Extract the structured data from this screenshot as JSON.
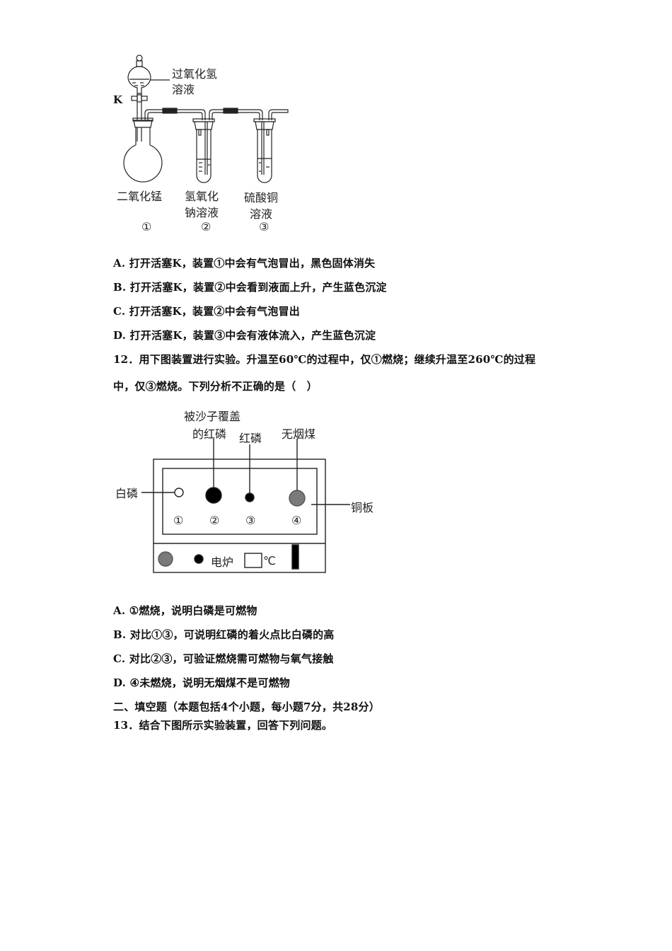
{
  "figure1": {
    "labels": {
      "h2o2": [
        "过氧化氢",
        "溶液"
      ],
      "valve": "K",
      "flask": "二氧化锰",
      "tube2": [
        "氢氧化",
        "钠溶液"
      ],
      "tube3": [
        "硫酸铜",
        "溶液"
      ]
    },
    "numbers": [
      "①",
      "②",
      "③"
    ]
  },
  "q11_options": [
    {
      "letter": "A.",
      "text": "打开活塞K，装置①中会有气泡冒出，黑色固体消失"
    },
    {
      "letter": "B.",
      "text": "打开活塞K，装置②中会看到液面上升，产生蓝色沉淀"
    },
    {
      "letter": "C.",
      "text": "打开活塞K，装置②中会有气泡冒出"
    },
    {
      "letter": "D.",
      "text": "打开活塞K，装置③中会有液体流入，产生蓝色沉淀"
    }
  ],
  "q12": {
    "line1": "12．用下图装置进行实验。升温至60℃的过程中，仅①燃烧；继续升温至260℃的过程",
    "line2": "中，仅③燃烧。下列分析不正确的是（　）"
  },
  "figure2": {
    "labels": {
      "sand_red_p": [
        "被沙子覆盖",
        "的红磷"
      ],
      "red_p": "红磷",
      "coal": "无烟煤",
      "white_p": "白磷",
      "copper": "铜板",
      "stove": "电炉",
      "unit": "℃"
    },
    "numbers": [
      "①",
      "②",
      "③",
      "④"
    ],
    "colors": {
      "coal": "#7a7a7a",
      "line": "#222222"
    }
  },
  "q12_options": [
    {
      "letter": "A.",
      "text": "①燃烧，说明白磷是可燃物"
    },
    {
      "letter": "B.",
      "text": "对比①③，可说明红磷的着火点比白磷的高"
    },
    {
      "letter": "C.",
      "text": "对比②③，可验证燃烧需可燃物与氧气接触"
    },
    {
      "letter": "D.",
      "text": "④未燃烧，说明无烟煤不是可燃物"
    }
  ],
  "section2": {
    "heading": "二、填空题（本题包括4个小题，每小题7分，共28分）",
    "q13": "13．结合下图所示实验装置，回答下列问题。"
  }
}
